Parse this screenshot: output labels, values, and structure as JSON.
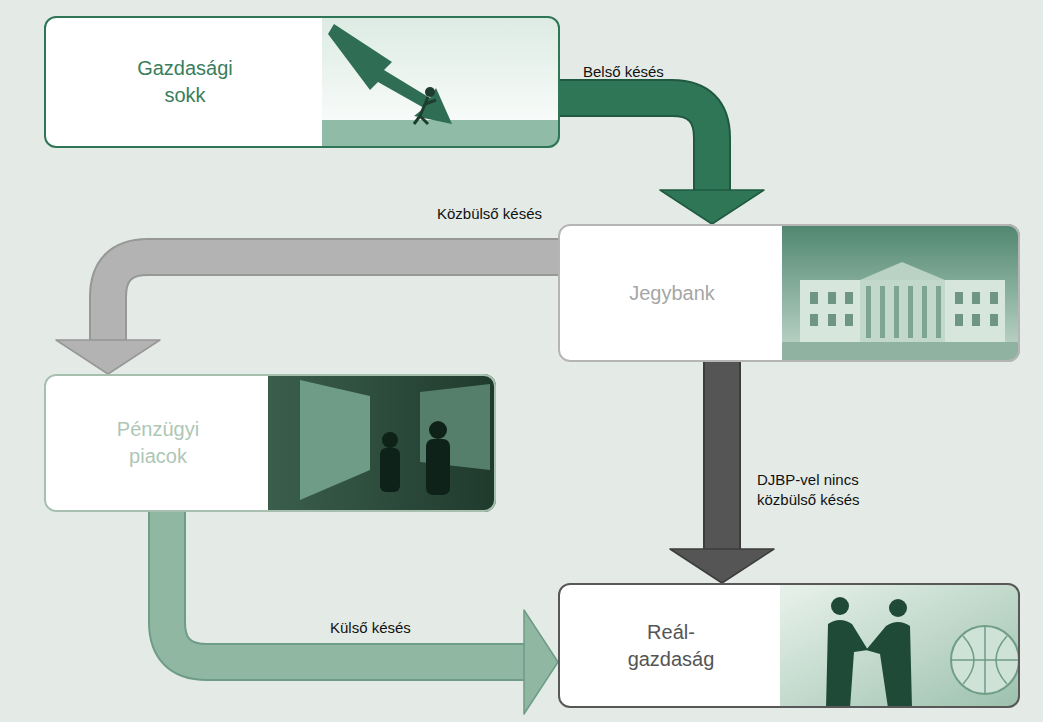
{
  "diagram": {
    "nodes": [
      {
        "text": [
          "Gazdasági sokk"
        ]
      },
      {
        "text": [
          "Jegybank"
        ]
      },
      {
        "text": [
          "Pénzügyi piacok"
        ]
      },
      {
        "text": [
          "Reál- gazdaság"
        ]
      }
    ],
    "edges": [
      {
        "from": 0,
        "to": 1,
        "label": "Belső késés",
        "arrow": "to"
      },
      {
        "from": 1,
        "to": 2,
        "label": "Közbülső késés",
        "arrow": "to"
      },
      {
        "from": 1,
        "to": 3,
        "label": "DJBP-vel nincs közbülső késés",
        "arrow": "to"
      },
      {
        "from": 2,
        "to": 3,
        "label": "Külső késés",
        "arrow": "to"
      }
    ]
  }
}
